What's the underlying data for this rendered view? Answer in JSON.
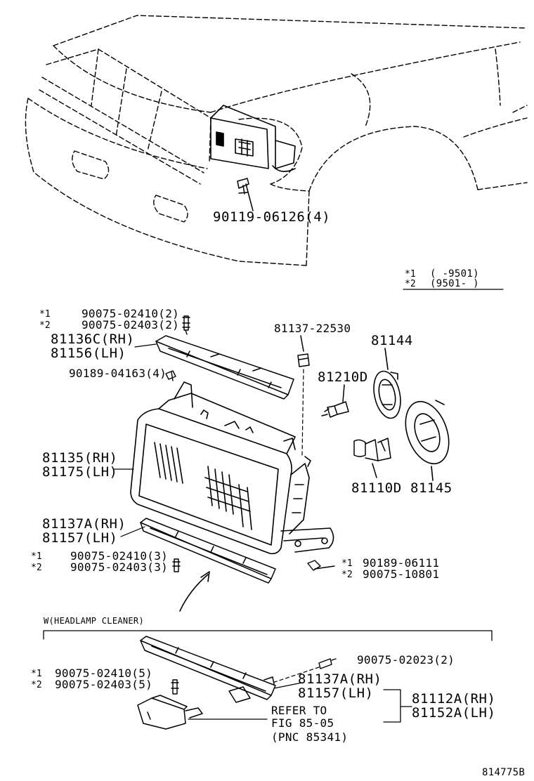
{
  "legend": {
    "star1": "*1",
    "star2": "*2",
    "range1": "( -9501)",
    "range2": "(9501- )"
  },
  "star": {
    "one": "*1",
    "two": "*2"
  },
  "parts": {
    "bolt_top": "90119-06126(4)",
    "screw_a1": "90075-02410(2)",
    "screw_a2": "90075-02403(2)",
    "bracket_upper_rh": "81136C(RH)",
    "bracket_upper_lh": "81156(LH)",
    "nut_upper": "90189-04163(4)",
    "clip": "81137-22530",
    "socket_cover_a": "81144",
    "socket": "81210D",
    "headlamp_rh": "81135(RH)",
    "headlamp_lh": "81175(LH)",
    "bulb": "81110D",
    "socket_cover_b": "81145",
    "bracket_lower_rh": "81137A(RH)",
    "bracket_lower_lh": "81157(LH)",
    "screw_b1": "90075-02410(3)",
    "screw_b2": "90075-02403(3)",
    "nut_side1": "90189-06111",
    "nut_side2": "90075-10801",
    "variant_note": "W(HEADLAMP CLEANER)",
    "screw_c": "90075-02023(2)",
    "screw_d1": "90075-02410(5)",
    "screw_d2": "90075-02403(5)",
    "bracket_c_rh": "81137A(RH)",
    "bracket_c_lh": "81157(LH)",
    "cleaner_rh": "81112A(RH)",
    "cleaner_lh": "81152A(LH)",
    "refer_line1": "REFER TO",
    "refer_line2": "FIG 85-05",
    "refer_line3": "(PNC 85341)"
  },
  "drawing_id": "814775B"
}
